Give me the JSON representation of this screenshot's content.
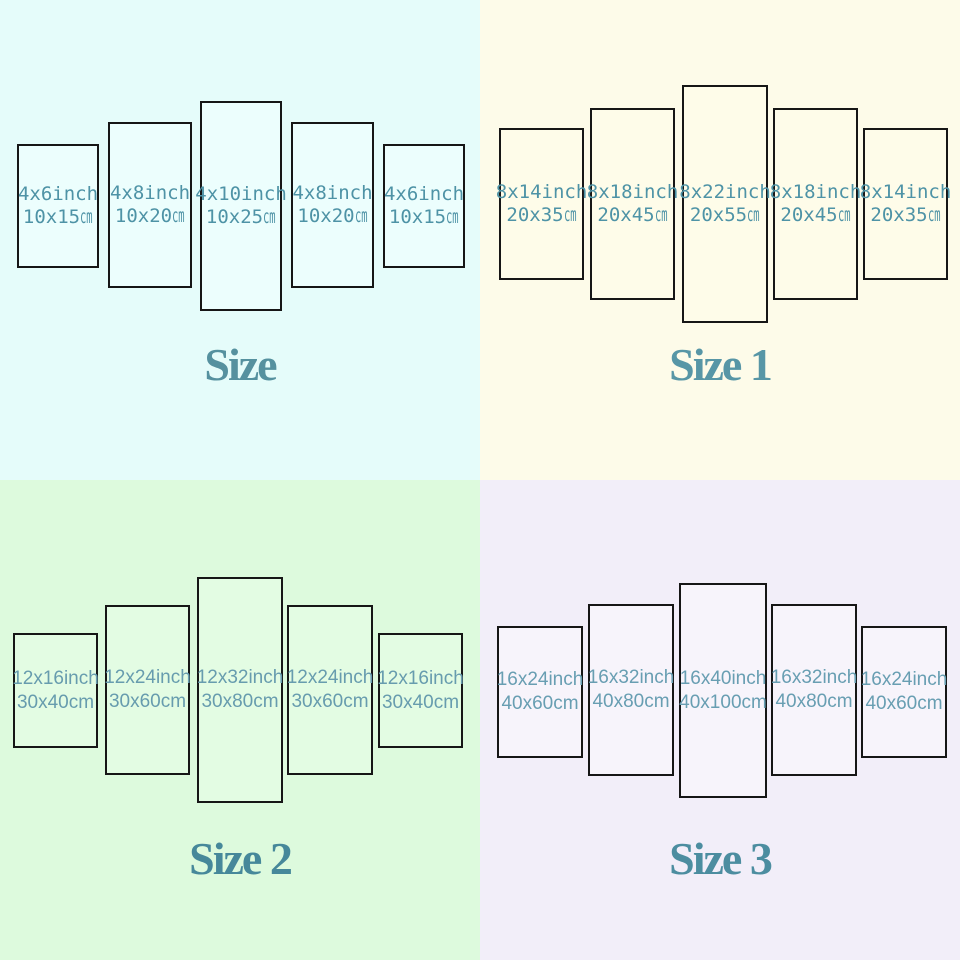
{
  "image_title": "5-piece canvas panel size chart",
  "quadrants": [
    {
      "title": "Size",
      "colors": {
        "background": "#e5fcfa",
        "panel_fill": "#ecfefd",
        "panel_border": "#161616",
        "text": "#4e93a6",
        "title": "#55919f"
      },
      "panels": [
        {
          "inch": "4x6inch",
          "cm": "10x15",
          "unit": "cm"
        },
        {
          "inch": "4x8inch",
          "cm": "10x20",
          "unit": "cm"
        },
        {
          "inch": "4x10inch",
          "cm": "10x25",
          "unit": "cm"
        },
        {
          "inch": "4x8inch",
          "cm": "10x20",
          "unit": "cm"
        },
        {
          "inch": "4x6inch",
          "cm": "10x15",
          "unit": "cm"
        }
      ]
    },
    {
      "title": "Size 1",
      "colors": {
        "background": "#fdfbe9",
        "panel_fill": "#fefce9",
        "panel_border": "#161616",
        "text": "#4e93a6",
        "title": "#5796a6"
      },
      "panels": [
        {
          "inch": "8x14inch",
          "cm": "20x35",
          "unit": "cm"
        },
        {
          "inch": "8x18inch",
          "cm": "20x45",
          "unit": "cm"
        },
        {
          "inch": "8x22inch",
          "cm": "20x55",
          "unit": "cm"
        },
        {
          "inch": "8x18inch",
          "cm": "20x45",
          "unit": "cm"
        },
        {
          "inch": "8x14inch",
          "cm": "20x35",
          "unit": "cm"
        }
      ]
    },
    {
      "title": "Size 2",
      "colors": {
        "background": "#ddfadd",
        "panel_fill": "#e3fce3",
        "panel_border": "#161616",
        "text": "#679cae",
        "title": "#46889a"
      },
      "panels": [
        {
          "inch": "12x16inch",
          "cm": "30x40",
          "unit": "cm"
        },
        {
          "inch": "12x24inch",
          "cm": "30x60",
          "unit": "cm"
        },
        {
          "inch": "12x32inch",
          "cm": "30x80",
          "unit": "cm"
        },
        {
          "inch": "12x24inch",
          "cm": "30x60",
          "unit": "cm"
        },
        {
          "inch": "12x16inch",
          "cm": "30x40",
          "unit": "cm"
        }
      ]
    },
    {
      "title": "Size 3",
      "colors": {
        "background": "#f2eef9",
        "panel_fill": "#f7f4fb",
        "panel_border": "#161616",
        "text": "#689eb2",
        "title": "#4c8da0"
      },
      "panels": [
        {
          "inch": "16x24inch",
          "cm": "40x60",
          "unit": "cm"
        },
        {
          "inch": "16x32inch",
          "cm": "40x80",
          "unit": "cm"
        },
        {
          "inch": "16x40inch",
          "cm": "40x100",
          "unit": "cm"
        },
        {
          "inch": "16x32inch",
          "cm": "40x80",
          "unit": "cm"
        },
        {
          "inch": "16x24inch",
          "cm": "40x60",
          "unit": "cm"
        }
      ]
    }
  ]
}
